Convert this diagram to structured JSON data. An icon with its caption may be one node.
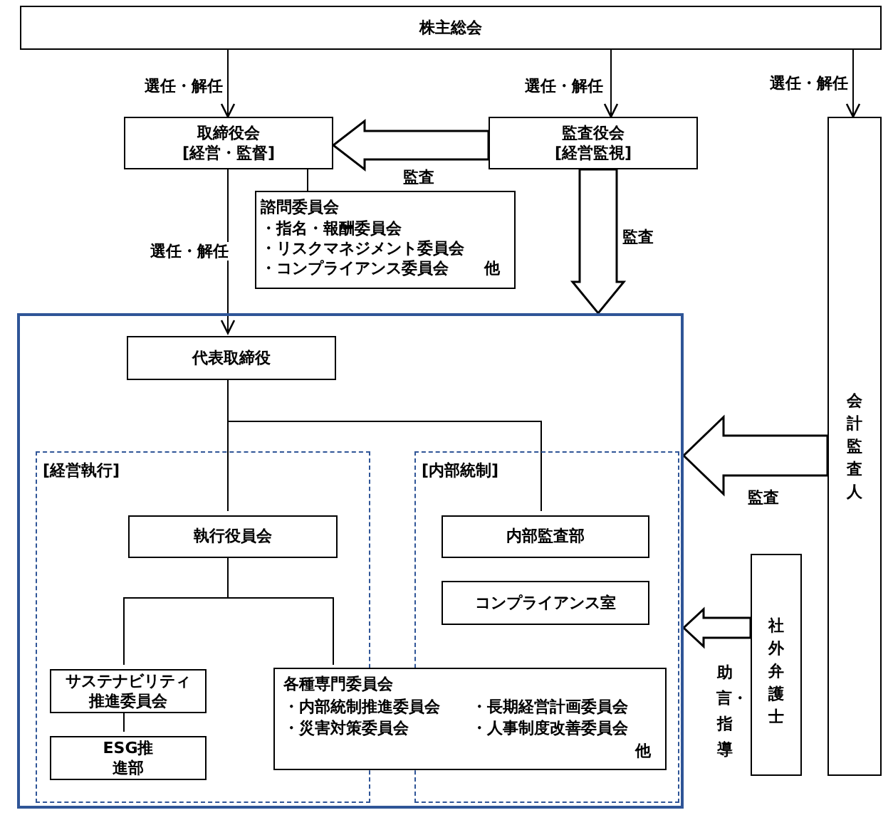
{
  "diagram": {
    "nodes": [
      {
        "text": [
          "株主総会"
        ]
      },
      {
        "text": [
          "取締役会",
          "[経営・監督]"
        ]
      },
      {
        "text": [
          "監査役会",
          "[経営監視]"
        ]
      },
      {
        "text": [
          "会計監査人"
        ]
      },
      {
        "text": [
          "諮問委員会",
          "・指名・報酬委員会",
          "・リスクマネジメント委員会",
          "・コンプライアンス委員会",
          "他"
        ]
      },
      {
        "text": [],
        "shape": "box"
      },
      {
        "text": [
          "代表取締役"
        ],
        "in": 5
      },
      {
        "text": [
          "[経営執行]"
        ],
        "in": 5
      },
      {
        "text": [
          "執行役員会"
        ],
        "in": 7
      },
      {
        "text": [
          "サステナビリティ推進委員会"
        ],
        "in": 7
      },
      {
        "text": [
          "ESG推進部"
        ],
        "in": 7
      },
      {
        "text": [
          "[内部統制]"
        ],
        "in": 5
      },
      {
        "text": [
          "内部監査部"
        ],
        "in": 11
      },
      {
        "text": [
          "コンプライアンス室"
        ],
        "in": 11
      },
      {
        "text": [
          "各種専門委員会",
          "・内部統制推進委員会",
          "・長期経営計画委員会",
          "・災害対策委員会",
          "・人事制度改善委員会",
          "他"
        ],
        "in": 5
      },
      {
        "text": [
          "社外弁護士"
        ]
      }
    ],
    "edges": [
      {
        "from": 0,
        "to": 1,
        "arrow": "to",
        "label": "選任・解任"
      },
      {
        "from": 0,
        "to": 2,
        "arrow": "to",
        "label": "選任・解任"
      },
      {
        "from": 0,
        "to": 3,
        "arrow": "to",
        "label": "選任・解任"
      },
      {
        "from": 2,
        "to": 1,
        "arrow": "to",
        "label": "監査",
        "style": "thick"
      },
      {
        "from": 1,
        "to": 4,
        "arrow": "none"
      },
      {
        "from": 2,
        "to": 5,
        "arrow": "to",
        "label": "監査",
        "style": "thick"
      },
      {
        "from": 1,
        "to": 6,
        "arrow": "to",
        "label": "選任・解任"
      },
      {
        "from": 6,
        "to": 8,
        "arrow": "none"
      },
      {
        "from": 6,
        "to": 12,
        "arrow": "none"
      },
      {
        "from": 8,
        "to": 9,
        "arrow": "none"
      },
      {
        "from": 8,
        "to": 14,
        "arrow": "none"
      },
      {
        "from": 9,
        "to": 10,
        "arrow": "none"
      },
      {
        "from": 3,
        "to": 5,
        "arrow": "to",
        "label": "監査",
        "style": "thick"
      },
      {
        "from": 15,
        "to": 5,
        "arrow": "to",
        "label": "助言・指導",
        "style": "thick"
      }
    ]
  }
}
